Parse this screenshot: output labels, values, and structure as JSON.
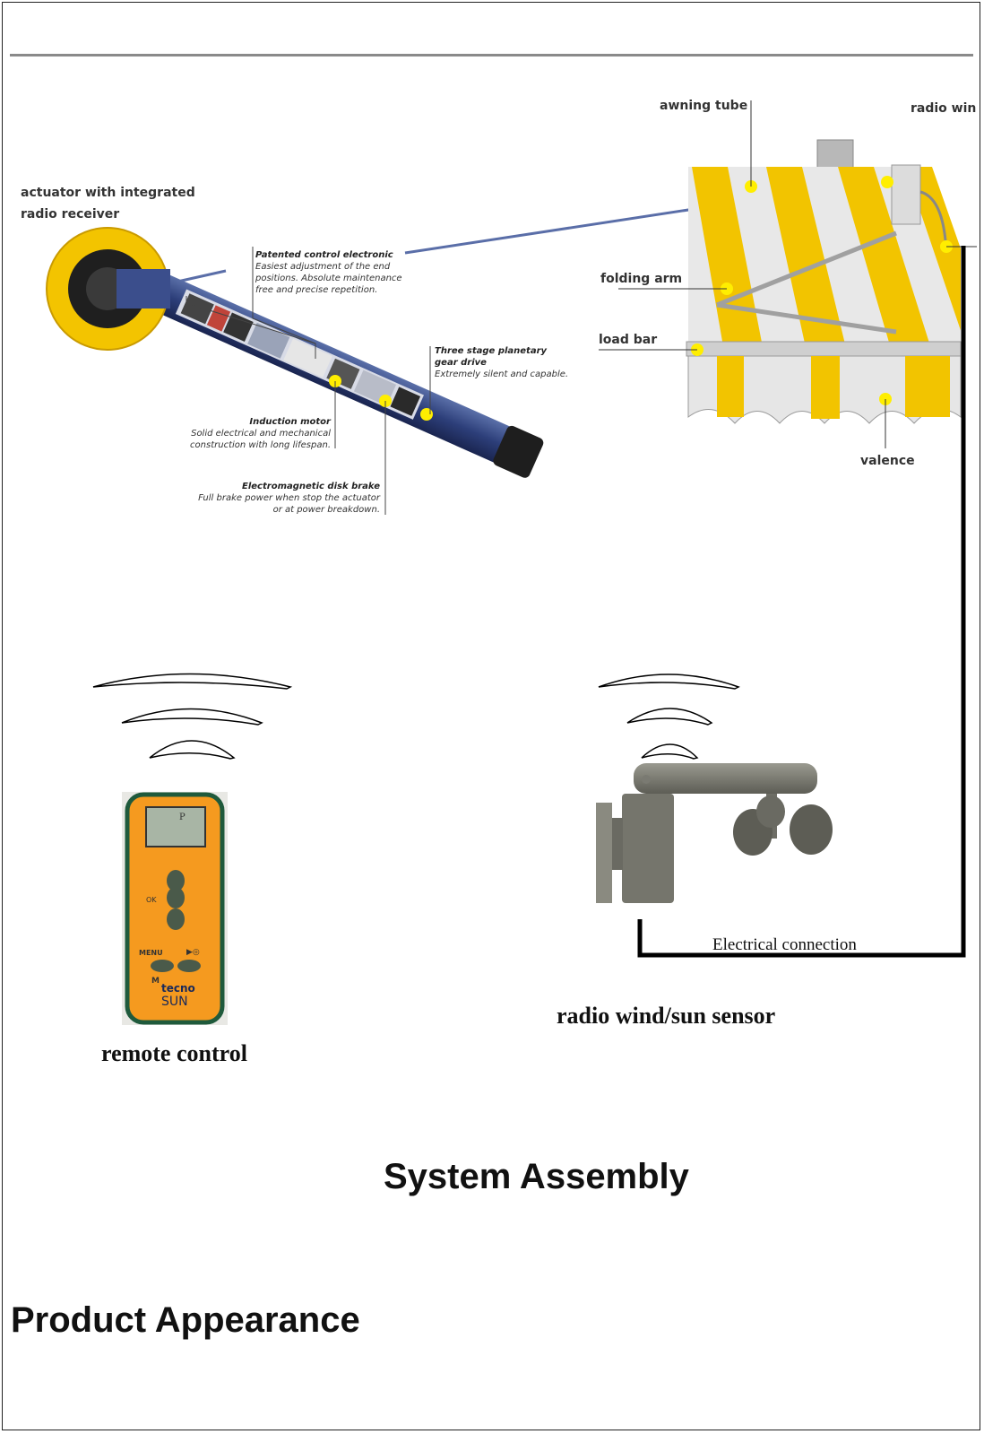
{
  "diagram": {
    "actuator": {
      "title_line1": "actuator with integrated",
      "title_line2": "radio receiver",
      "patented": {
        "title": "Patented control electronic",
        "line1": "Easiest adjustment of the end",
        "line2": "positions. Absolute maintenance",
        "line3": "free and precise repetition."
      },
      "gear": {
        "title1": "Three stage planetary",
        "title2": "gear drive",
        "line1": "Extremely silent and capable."
      },
      "motor": {
        "title": "Induction motor",
        "line1": "Solid electrical and mechanical",
        "line2": "construction with long lifespan."
      },
      "brake": {
        "title": "Electromagnetic disk brake",
        "line1": "Full brake power when stop the actuator",
        "line2": "or at power breakdown."
      }
    },
    "awning": {
      "awning_tube": "awning tube",
      "radio_sensor_cut": "radio win",
      "folding_arm": "folding arm",
      "load_bar": "load bar",
      "valence": "valence"
    },
    "remote": {
      "screen_letter": "P",
      "ok": "OK",
      "menu": "MENU",
      "m": "M",
      "brand1": "tecno",
      "brand2": "SUN"
    },
    "electrical_connection": "Electrical connection",
    "caption_sensor": "radio wind/sun sensor",
    "caption_remote": "remote control"
  },
  "headings": {
    "system_assembly": "System Assembly",
    "product_appearance": "Product Appearance"
  },
  "colors": {
    "awning_yellow": "#f2c400",
    "remote_orange": "#f59a1f",
    "actuator_blue": "#2d3f7a",
    "marker_yellow": "#ffee00"
  }
}
